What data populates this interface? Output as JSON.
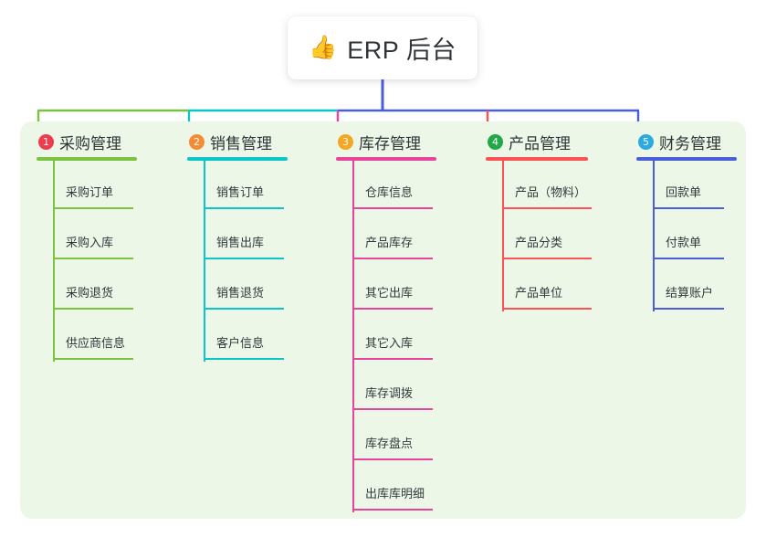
{
  "root": {
    "icon": "thumbs-up-icon",
    "emoji": "👍",
    "title": "ERP 后台"
  },
  "theme": {
    "panel_bg": "#edf7e8",
    "page_bg": "#ffffff",
    "root_stem": "#4a5ed8",
    "text": "#2f3438"
  },
  "columns": [
    {
      "number": "1",
      "label": "采购管理",
      "color": "#7cc242",
      "badge_color": "#ef3b4e",
      "items": [
        "采购订单",
        "采购入库",
        "采购退货",
        "供应商信息"
      ]
    },
    {
      "number": "2",
      "label": "销售管理",
      "color": "#0bc5c9",
      "badge_color": "#f68b35",
      "items": [
        "销售订单",
        "销售出库",
        "销售退货",
        "客户信息"
      ]
    },
    {
      "number": "3",
      "label": "库存管理",
      "color": "#e8449b",
      "badge_color": "#f5a623",
      "items": [
        "仓库信息",
        "产品库存",
        "其它出库",
        "其它入库",
        "库存调拨",
        "库存盘点",
        "出库库明细"
      ]
    },
    {
      "number": "4",
      "label": "产品管理",
      "color": "#fa5252",
      "badge_color": "#22a848",
      "items": [
        "产品（物料）",
        "产品分类",
        "产品单位"
      ]
    },
    {
      "number": "5",
      "label": "财务管理",
      "color": "#4a5ed8",
      "badge_color": "#2aaae0",
      "items": [
        "回款单",
        "付款单",
        "结算账户"
      ]
    }
  ]
}
